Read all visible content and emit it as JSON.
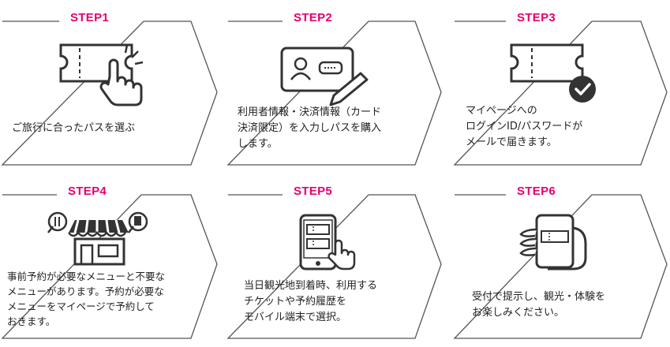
{
  "steps": [
    {
      "label": "STEP1",
      "text": "ご旅行に合ったパスを選ぶ",
      "icon": "ticket-tap-icon"
    },
    {
      "label": "STEP2",
      "text": "利用者情報・決済情報（カード\n決済限定）を入力しパスを購入\nします。",
      "icon": "id-card-pen-icon"
    },
    {
      "label": "STEP3",
      "text": "マイページへの\nログインID/パスワードが\nメールで届きます。",
      "icon": "ticket-check-icon"
    },
    {
      "label": "STEP4",
      "text": "事前予約が必要なメニューと不要な\nメニューがあります。予約が必要な\nメニューをマイページで予約して\nおきます。",
      "icon": "shop-icon"
    },
    {
      "label": "STEP5",
      "text": "当日観光地到着時、利用する\nチケットや予約履歴を\nモバイル端末で選択。",
      "icon": "phone-tap-icon"
    },
    {
      "label": "STEP6",
      "text": "受付で提示し、観光・体験を\nお楽しみください。",
      "icon": "hand-phone-icon"
    }
  ],
  "colors": {
    "accent": "#e5006e",
    "border": "#555555",
    "icon": "#333333"
  }
}
